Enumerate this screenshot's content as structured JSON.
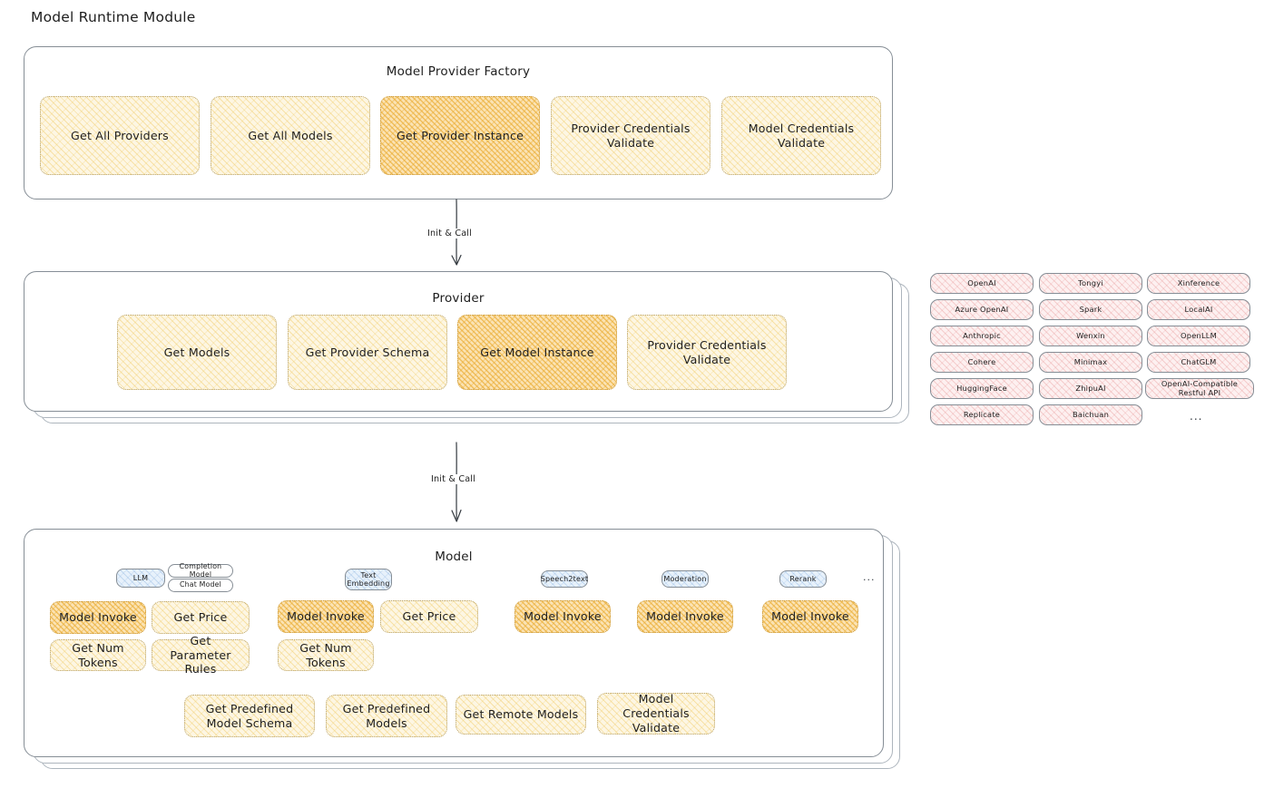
{
  "page": {
    "title": "Model Runtime Module"
  },
  "factory": {
    "title": "Model Provider Factory",
    "nodes": [
      {
        "label": "Get All Providers",
        "highlight": false
      },
      {
        "label": "Get All Models",
        "highlight": false
      },
      {
        "label": "Get Provider Instance",
        "highlight": true
      },
      {
        "label": "Provider Credentials Validate",
        "highlight": false
      },
      {
        "label": "Model Credentials Validate",
        "highlight": false
      }
    ]
  },
  "arrows": [
    {
      "label": "Init & Call"
    },
    {
      "label": "Init & Call"
    }
  ],
  "provider": {
    "title": "Provider",
    "nodes": [
      {
        "label": "Get Models",
        "highlight": false
      },
      {
        "label": "Get Provider Schema",
        "highlight": false
      },
      {
        "label": "Get Model Instance",
        "highlight": true
      },
      {
        "label": "Provider Credentials Validate",
        "highlight": false
      }
    ]
  },
  "provider_list": {
    "columns": [
      [
        "OpenAI",
        "Azure OpenAI",
        "Anthropic",
        "Cohere",
        "HuggingFace",
        "Replicate"
      ],
      [
        "Tongyi",
        "Spark",
        "Wenxin",
        "Minimax",
        "ZhipuAI",
        "Baichuan"
      ],
      [
        "Xinference",
        "LocalAI",
        "OpenLLM",
        "ChatGLM",
        "OpenAI-Compatible Restful API"
      ]
    ],
    "more": "..."
  },
  "model": {
    "title": "Model",
    "more": "...",
    "types": [
      {
        "badge": "LLM",
        "sub_badges": [
          "Completion Model",
          "Chat Model"
        ],
        "ops": [
          {
            "label": "Model Invoke",
            "highlight": true
          },
          {
            "label": "Get Price",
            "highlight": false
          },
          {
            "label": "Get Num Tokens",
            "highlight": false
          },
          {
            "label": "Get Parameter Rules",
            "highlight": false
          }
        ]
      },
      {
        "badge": "Text Embedding",
        "sub_badges": [],
        "ops": [
          {
            "label": "Model Invoke",
            "highlight": true
          },
          {
            "label": "Get Price",
            "highlight": false
          },
          {
            "label": "Get Num Tokens",
            "highlight": false
          }
        ]
      },
      {
        "badge": "Speech2text",
        "sub_badges": [],
        "ops": [
          {
            "label": "Model Invoke",
            "highlight": true
          }
        ]
      },
      {
        "badge": "Moderation",
        "sub_badges": [],
        "ops": [
          {
            "label": "Model Invoke",
            "highlight": true
          }
        ]
      },
      {
        "badge": "Rerank",
        "sub_badges": [],
        "ops": [
          {
            "label": "Model Invoke",
            "highlight": true
          }
        ]
      }
    ],
    "common_ops": [
      {
        "label": "Get Predefined Model Schema"
      },
      {
        "label": "Get Predefined Models"
      },
      {
        "label": "Get Remote Models"
      },
      {
        "label": "Model Credentials Validate"
      }
    ]
  },
  "colors": {
    "highlight_fill": "#fbe3b4",
    "normal_fill": "#fdf6e3",
    "provider_chip": "#fdf0f0",
    "badge_blue": "#e7f1fb",
    "stroke": "#868e96",
    "text": "#1e1e1e"
  }
}
